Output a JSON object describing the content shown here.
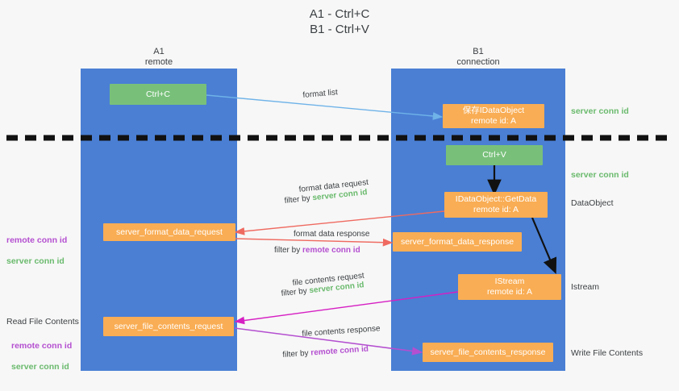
{
  "title": "A1 - Ctrl+C\nB1 - Ctrl+V",
  "columns": [
    {
      "name": "A1",
      "sub": "remote",
      "header": "A1\nremote"
    },
    {
      "name": "B1",
      "sub": "connection",
      "header": "B1\nconnection"
    }
  ],
  "nodes": {
    "ctrl_c": "Ctrl+C",
    "ctrl_v": "Ctrl+V",
    "idataobject": "保存IDataObject\nremote id: A",
    "getdata": "IDataObject::GetData\nremote id: A",
    "istream": "IStream\nremote id: A",
    "server_format_data_request": "server_format_data_request",
    "server_format_data_response": "server_format_data_response",
    "server_file_contents_request": "server_file_contents_request",
    "server_file_contents_response": "server_file_contents_response"
  },
  "right_labels": {
    "server_conn_id_1": "server conn id",
    "server_conn_id_2": "server conn id",
    "dataobject": "DataObject",
    "istream": "Istream",
    "write_file_contents": "Write File Contents"
  },
  "left_labels": {
    "conn_ids_1": {
      "remote": "remote conn id",
      "server": "server conn id"
    },
    "read_file_contents": "Read File Contents",
    "conn_ids_2": {
      "remote": "remote conn id",
      "server": "server conn id"
    }
  },
  "edges": {
    "format_list": "format list",
    "format_data_request": "format data request",
    "format_data_request_filter_pre": "filter by ",
    "format_data_request_filter_key": "server conn id",
    "format_data_response": "format data response",
    "format_data_response_filter_pre": "filter by ",
    "format_data_response_filter_key": "remote conn id",
    "file_contents_request": "file contents request",
    "file_contents_request_filter_pre": "filter by ",
    "file_contents_request_filter_key": "server conn id",
    "file_contents_response": "file contents response",
    "file_contents_response_filter_pre": "filter by ",
    "file_contents_response_filter_key": "remote conn id"
  },
  "colors": {
    "lane": "#4a7fd4",
    "node_green": "#78c07a",
    "node_orange": "#f9ad54",
    "arrow_blue": "#6fb3e8",
    "arrow_red": "#ef6a60",
    "arrow_magenta": "#d61fc3",
    "arrow_purple": "#b44fd0",
    "arrow_black": "#111111",
    "text_green": "#6aba6d",
    "text_purple": "#b44fd0",
    "background": "#f7f7f7"
  }
}
